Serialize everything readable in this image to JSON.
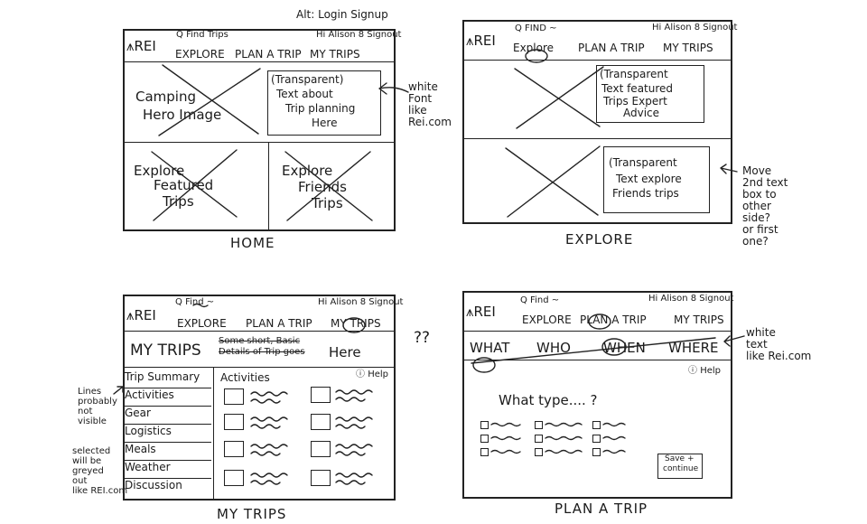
{
  "top_note": "Alt: Login Signup",
  "home": {
    "logo": "REI",
    "search": "Find Trips",
    "account": "Hi Alison 8 Signout",
    "nav": [
      "EXPLORE",
      "PLAN A TRIP",
      "MY TRIPS"
    ],
    "hero_line1": "Camping",
    "hero_line2": "Hero Image",
    "overlay": [
      "(Transparent)",
      "Text about",
      "Trip planning",
      "Here"
    ],
    "tile1": [
      "Explore",
      "Featured",
      "Trips"
    ],
    "tile2": [
      "Explore",
      "Friends",
      "Trips"
    ],
    "caption": "HOME",
    "note": [
      "white",
      "Font",
      "like",
      "Rei.com"
    ]
  },
  "explore": {
    "logo": "REI",
    "search": "Q FIND ~",
    "account": "Hi Alison 8 Signout",
    "nav": [
      "Explore",
      "PLAN A TRIP",
      "MY TRIPS"
    ],
    "overlay1": [
      "(Transparent",
      "Text featured",
      "Trips Expert",
      "Advice"
    ],
    "overlay2": [
      "(Transparent",
      "Text explore",
      "Friends trips"
    ],
    "caption": "EXPLORE",
    "note": [
      "Move",
      "2nd text",
      "box to",
      "other",
      "side?",
      "or first",
      "one?"
    ]
  },
  "mytrips": {
    "logo": "REI",
    "search": "Find ~",
    "account": "Hi Alison 8 Signout",
    "nav": [
      "EXPLORE",
      "PLAN A TRIP",
      "MY TRIPS"
    ],
    "heading": "MY TRIPS",
    "subheading_struck": "Some short, Basic Details of Trip goes",
    "subheading": "Here",
    "question_marks": "??",
    "sidebar": [
      "Trip Summary",
      "Activities",
      "Gear",
      "Logistics",
      "Meals",
      "Weather",
      "Discussion"
    ],
    "section": "Activities",
    "help": "Help",
    "caption": "MY TRIPS",
    "note_lines": [
      "Lines",
      "probably",
      "not",
      "visible"
    ],
    "note_selected": [
      "selected",
      "will be",
      "greyed",
      "out",
      "like REI.com"
    ]
  },
  "plan": {
    "logo": "REI",
    "search": "Q Find ~",
    "account": "Hi Alison 8 Signout",
    "nav": [
      "EXPLORE",
      "PLAN A TRIP",
      "MY TRIPS"
    ],
    "steps": [
      "WHAT",
      "WHO",
      "WHEN",
      "WHERE"
    ],
    "help": "Help",
    "question": "What type.... ?",
    "save": [
      "Save +",
      "continue"
    ],
    "caption": "PLAN A TRIP",
    "note": [
      "white",
      "text",
      "like Rei.com"
    ]
  }
}
